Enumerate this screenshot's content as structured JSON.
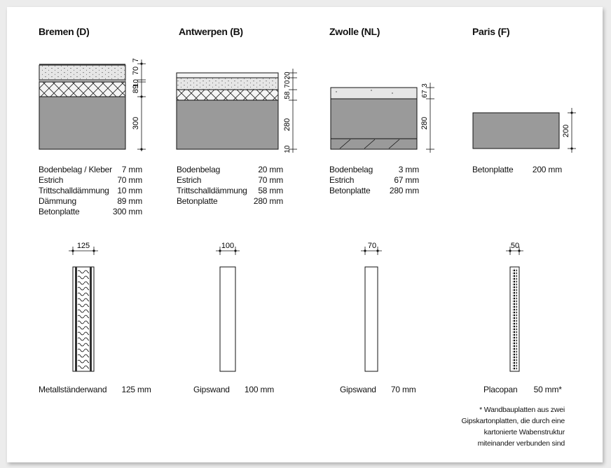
{
  "floors": [
    {
      "city": "Bremen (D)",
      "layers": [
        {
          "name": "Bodenbelag / Kleber",
          "thickness": "7 mm"
        },
        {
          "name": "Estrich",
          "thickness": "70 mm"
        },
        {
          "name": "Trittschalldämmung",
          "thickness": "10 mm"
        },
        {
          "name": "Dämmung",
          "thickness": "89 mm"
        },
        {
          "name": "Betonplatte",
          "thickness": "300 mm"
        }
      ],
      "dims": [
        "7",
        "70",
        "10",
        "89",
        "300"
      ]
    },
    {
      "city": "Antwerpen (B)",
      "layers": [
        {
          "name": "Bodenbelag",
          "thickness": "20 mm"
        },
        {
          "name": "Estrich",
          "thickness": "70 mm"
        },
        {
          "name": "Trittschalldämmung",
          "thickness": "58 mm"
        },
        {
          "name": "Betonplatte",
          "thickness": "280 mm"
        }
      ],
      "dims": [
        "20",
        "70",
        "58",
        "280",
        "10"
      ]
    },
    {
      "city": "Zwolle (NL)",
      "layers": [
        {
          "name": "Bodenbelag",
          "thickness": "3 mm"
        },
        {
          "name": "Estrich",
          "thickness": "67 mm"
        },
        {
          "name": "Betonplatte",
          "thickness": "280 mm"
        }
      ],
      "dims": [
        "3",
        "67",
        "280"
      ]
    },
    {
      "city": "Paris (F)",
      "layers": [
        {
          "name": "Betonplatte",
          "thickness": "200 mm"
        }
      ],
      "dims": [
        "200"
      ]
    }
  ],
  "walls": [
    {
      "name": "Metallständerwand",
      "thickness": "125 mm",
      "dim": "125"
    },
    {
      "name": "Gipswand",
      "thickness": "100 mm",
      "dim": "100"
    },
    {
      "name": "Gipswand",
      "thickness": "70 mm",
      "dim": "70"
    },
    {
      "name": "Placopan",
      "thickness": "50 mm*",
      "dim": "50"
    }
  ],
  "footnote": [
    "* Wandbauplatten aus zwei",
    "Gipskartonplatten, die durch eine",
    "kartonierte Wabenstruktur",
    "miteinander verbunden sind"
  ],
  "colors": {
    "concrete": "#9a9a9a",
    "screed": "#e6e6e6",
    "insulation": "#f4f4f4",
    "line": "#111111"
  }
}
